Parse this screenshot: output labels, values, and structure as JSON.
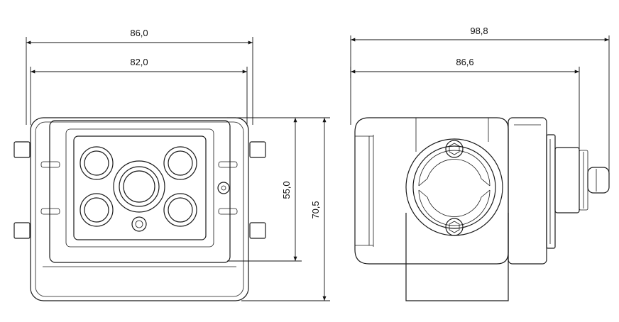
{
  "dimensions": {
    "front_outer_width": "86,0",
    "front_inner_width": "82,0",
    "front_inner_height": "55,0",
    "front_outer_height": "70,5",
    "side_total_depth": "98,8",
    "side_body_depth": "86,6"
  },
  "colors": {
    "line": "#1a1a1a",
    "background": "#ffffff"
  }
}
